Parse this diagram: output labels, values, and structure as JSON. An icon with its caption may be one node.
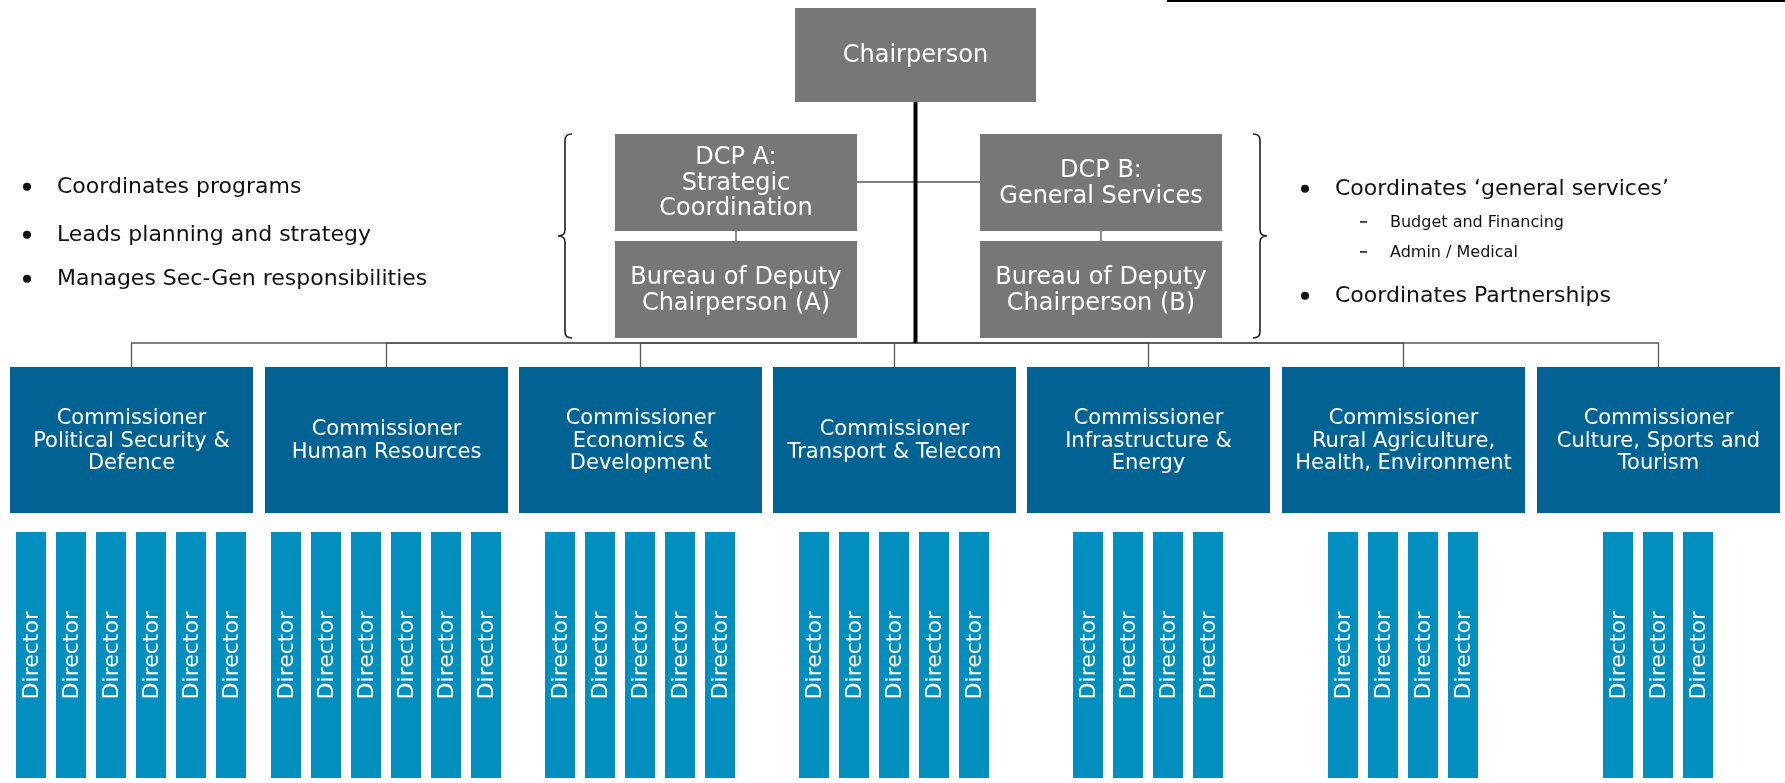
{
  "diagram": {
    "nodes": [
      {
        "text": [
          "Chairperson"
        ]
      },
      {
        "text": [
          "DCP A:",
          "Strategic Coordination"
        ]
      },
      {
        "text": [
          "Bureau of Deputy Chairperson (A)"
        ]
      },
      {
        "text": [
          "DCP B:",
          "General Services"
        ]
      },
      {
        "text": [
          "Bureau of Deputy Chairperson (B)"
        ]
      },
      {
        "text": [
          "Commissioner",
          "Political Security & Defence"
        ]
      },
      {
        "text": [
          "Commissioner",
          "Human Resources"
        ]
      },
      {
        "text": [
          "Commissioner",
          "Economics & Development"
        ]
      },
      {
        "text": [
          "Commissioner",
          "Transport & Telecom"
        ]
      },
      {
        "text": [
          "Commissioner",
          "Infrastructure & Energy"
        ]
      },
      {
        "text": [
          "Commissioner",
          "Rural Agriculture, Health, Environment"
        ]
      },
      {
        "text": [
          "Commissioner",
          "Culture, Sports and Tourism"
        ]
      },
      {
        "text": [
          "Director"
        ]
      },
      {
        "text": [
          "Director"
        ]
      },
      {
        "text": [
          "Director"
        ]
      },
      {
        "text": [
          "Director"
        ]
      },
      {
        "text": [
          "Director"
        ]
      },
      {
        "text": [
          "Director"
        ]
      },
      {
        "text": [
          "Director"
        ]
      },
      {
        "text": [
          "Director"
        ]
      },
      {
        "text": [
          "Director"
        ]
      },
      {
        "text": [
          "Director"
        ]
      },
      {
        "text": [
          "Director"
        ]
      },
      {
        "text": [
          "Director"
        ]
      },
      {
        "text": [
          "Director"
        ]
      },
      {
        "text": [
          "Director"
        ]
      },
      {
        "text": [
          "Director"
        ]
      },
      {
        "text": [
          "Director"
        ]
      },
      {
        "text": [
          "Director"
        ]
      },
      {
        "text": [
          "Director"
        ]
      },
      {
        "text": [
          "Director"
        ]
      },
      {
        "text": [
          "Director"
        ]
      },
      {
        "text": [
          "Director"
        ]
      },
      {
        "text": [
          "Director"
        ]
      },
      {
        "text": [
          "Director"
        ]
      },
      {
        "text": [
          "Director"
        ]
      },
      {
        "text": [
          "Director"
        ]
      },
      {
        "text": [
          "Director"
        ]
      },
      {
        "text": [
          "Director"
        ]
      },
      {
        "text": [
          "Director"
        ]
      },
      {
        "text": [
          "Director"
        ]
      },
      {
        "text": [
          "Director"
        ]
      },
      {
        "text": [
          "Director"
        ]
      },
      {
        "text": [
          "Director"
        ]
      },
      {
        "text": [
          "Director"
        ]
      }
    ],
    "edges": [
      {
        "from": 0,
        "to": 1,
        "arrow": "none"
      },
      {
        "from": 1,
        "to": 2,
        "arrow": "none"
      },
      {
        "from": 0,
        "to": 3,
        "arrow": "none"
      },
      {
        "from": 3,
        "to": 4,
        "arrow": "none"
      },
      {
        "from": 0,
        "to": 5,
        "arrow": "none"
      },
      {
        "from": 0,
        "to": 6,
        "arrow": "none"
      },
      {
        "from": 0,
        "to": 7,
        "arrow": "none"
      },
      {
        "from": 0,
        "to": 8,
        "arrow": "none"
      },
      {
        "from": 0,
        "to": 9,
        "arrow": "none"
      },
      {
        "from": 0,
        "to": 10,
        "arrow": "none"
      },
      {
        "from": 0,
        "to": 11,
        "arrow": "none"
      }
    ],
    "labels": [
      "Coordinates programs",
      "Leads planning and strategy",
      "Manages Sec-Gen responsibilities",
      "Coordinates ‘general services’",
      "Budget and Financing",
      "Admin / Medical",
      "Coordinates Partnerships"
    ]
  }
}
